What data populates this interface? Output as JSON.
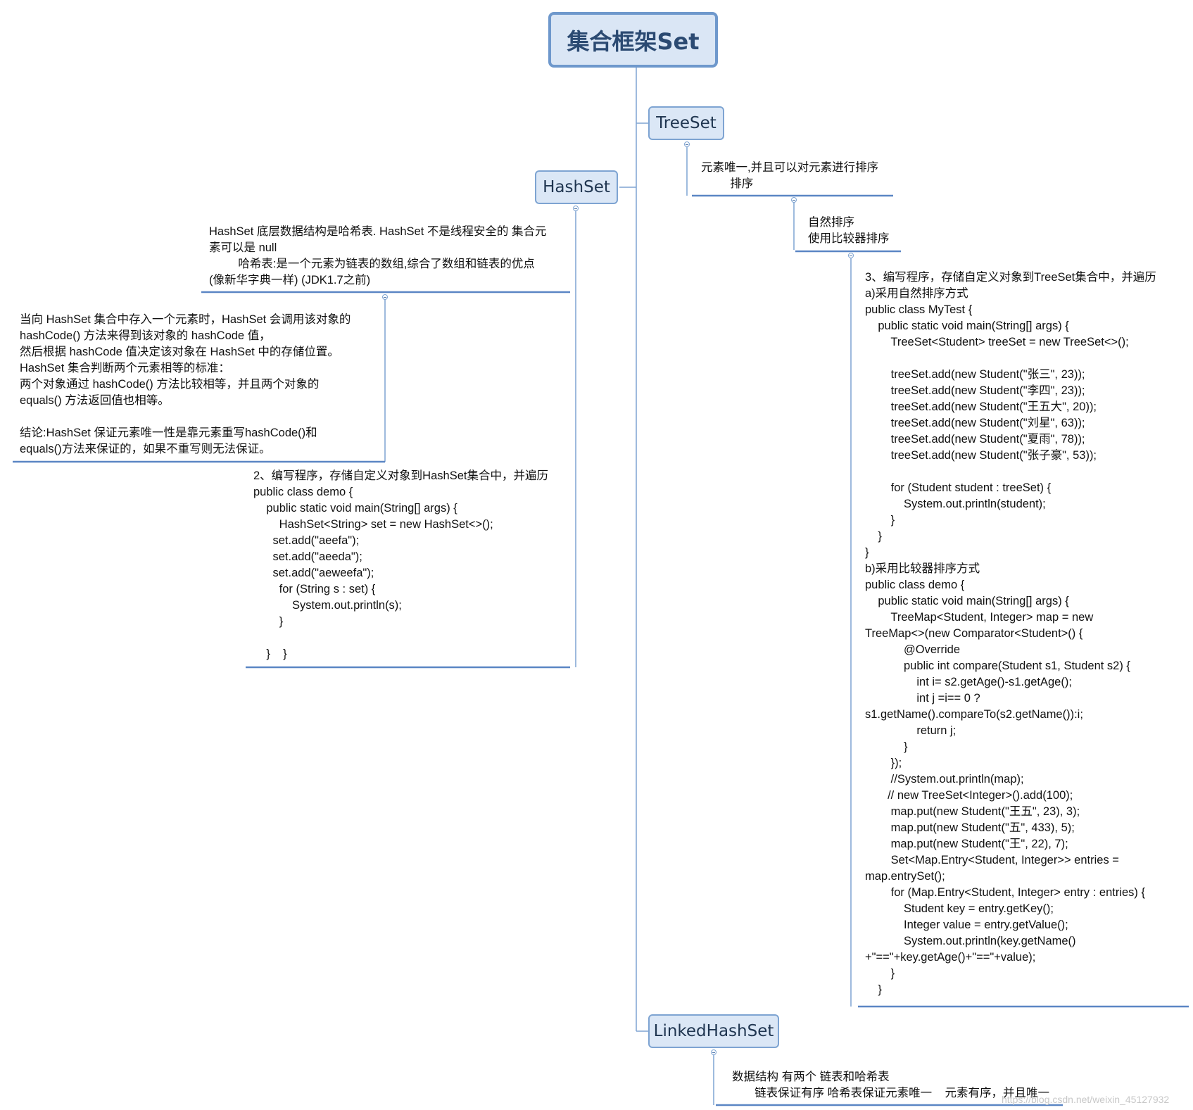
{
  "central": {
    "title": "集合框架Set"
  },
  "treeset": {
    "title": "TreeSet",
    "desc": "元素唯一,并且可以对元素进行排序\n         排序",
    "sort": "自然排序\n使用比较器排序",
    "code": "3、编写程序，存储自定义对象到TreeSet集合中，并遍历\na)采用自然排序方式\npublic class MyTest {\n    public static void main(String[] args) {\n        TreeSet<Student> treeSet = new TreeSet<>();\n\n        treeSet.add(new Student(\"张三\", 23));\n        treeSet.add(new Student(\"李四\", 23));\n        treeSet.add(new Student(\"王五大\", 20));\n        treeSet.add(new Student(\"刘星\", 63));\n        treeSet.add(new Student(\"夏雨\", 78));\n        treeSet.add(new Student(\"张子豪\", 53));\n\n        for (Student student : treeSet) {\n            System.out.println(student);\n        }\n    }\n}\nb)采用比较器排序方式\npublic class demo {\n    public static void main(String[] args) {\n        TreeMap<Student, Integer> map = new\nTreeMap<>(new Comparator<Student>() {\n            @Override\n            public int compare(Student s1, Student s2) {\n                int i= s2.getAge()-s1.getAge();\n                int j =i== 0 ?\ns1.getName().compareTo(s2.getName()):i;\n                return j;\n            }\n        });\n        //System.out.println(map);\n       // new TreeSet<Integer>().add(100);\n        map.put(new Student(\"王五\", 23), 3);\n        map.put(new Student(\"五\", 433), 5);\n        map.put(new Student(\"王\", 22), 7);\n        Set<Map.Entry<Student, Integer>> entries =\nmap.entrySet();\n        for (Map.Entry<Student, Integer> entry : entries) {\n            Student key = entry.getKey();\n            Integer value = entry.getValue();\n            System.out.println(key.getName()\n+\"==\"+key.getAge()+\"==\"+value);\n        }\n    }"
  },
  "hashset": {
    "title": "HashSet",
    "desc": "HashSet 底层数据结构是哈希表. HashSet 不是线程安全的 集合元\n素可以是 null\n         哈希表:是一个元素为链表的数组,综合了数组和链表的优点\n(像新华字典一样) (JDK1.7之前)",
    "detail": "当向 HashSet 集合中存入一个元素时，HashSet 会调用该对象的\nhashCode() 方法来得到该对象的 hashCode 值，\n然后根据 hashCode 值决定该对象在 HashSet 中的存储位置。\nHashSet 集合判断两个元素相等的标准：\n两个对象通过 hashCode() 方法比较相等，并且两个对象的\nequals() 方法返回值也相等。\n\n结论:HashSet 保证元素唯一性是靠元素重写hashCode()和\nequals()方法来保证的，如果不重写则无法保证。",
    "code": "2、编写程序，存储自定义对象到HashSet集合中，并遍历\npublic class demo {\n    public static void main(String[] args) {\n        HashSet<String> set = new HashSet<>();\n      set.add(\"aeefa\");\n      set.add(\"aeeda\");\n      set.add(\"aeweefa\");\n        for (String s : set) {\n            System.out.println(s);\n        }\n\n    }    }"
  },
  "linkedhashset": {
    "title": "LinkedHashSet",
    "desc": "数据结构 有两个 链表和哈希表\n       链表保证有序 哈希表保证元素唯一    元素有序，并且唯一"
  },
  "watermark": "https://blog.csdn.net/weixin_45127932",
  "colors": {
    "line": "#7ea4d2",
    "underline": "#5b86c4",
    "topic_fill": "#dbe7f6",
    "title_text": "#2b4a72"
  }
}
